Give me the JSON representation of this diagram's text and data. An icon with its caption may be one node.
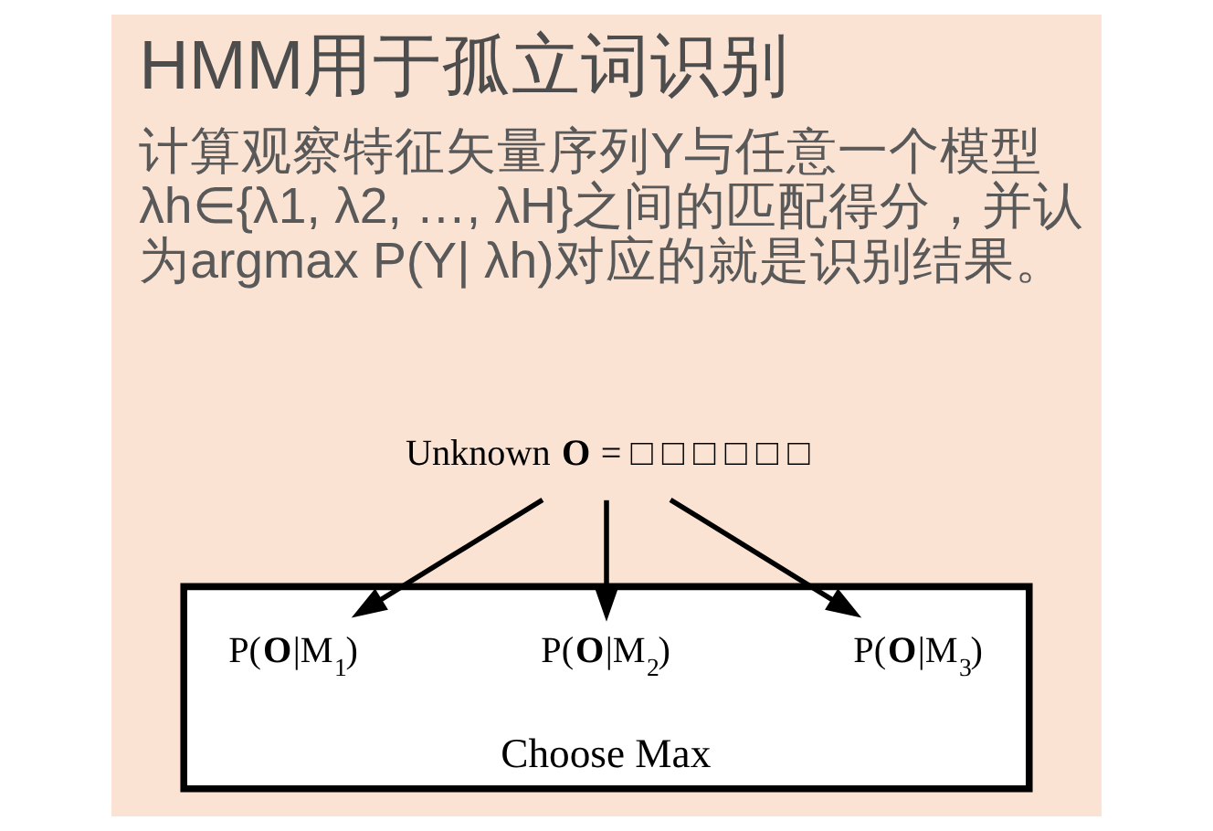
{
  "diagram": {
    "title": "HMM用于孤立词识别",
    "nodes": [
      {
        "text": [
          "Unknown **O** = □ □ □ □ □ □"
        ]
      },
      {
        "text": [
          "Choose Max"
        ]
      },
      {
        "text": [
          "P(**O**|M$_{1}$)"
        ],
        "in": 1
      },
      {
        "text": [
          "P(**O**|M$_{2}$)"
        ],
        "in": 1
      },
      {
        "text": [
          "P(**O**|M$_{3}$)"
        ],
        "in": 1
      }
    ],
    "edges": [
      {
        "from": 0,
        "to": 2,
        "arrow": "to"
      },
      {
        "from": 0,
        "to": 3,
        "arrow": "to"
      },
      {
        "from": 0,
        "to": 4,
        "arrow": "to"
      }
    ],
    "labels": [
      "计算观察特征矢量序列Y与任意一个模型λh∈{λ1, λ2, …, λH}之间的匹配得分，并认为argmax P(Y| λh)对应的就是识别结果。"
    ]
  }
}
